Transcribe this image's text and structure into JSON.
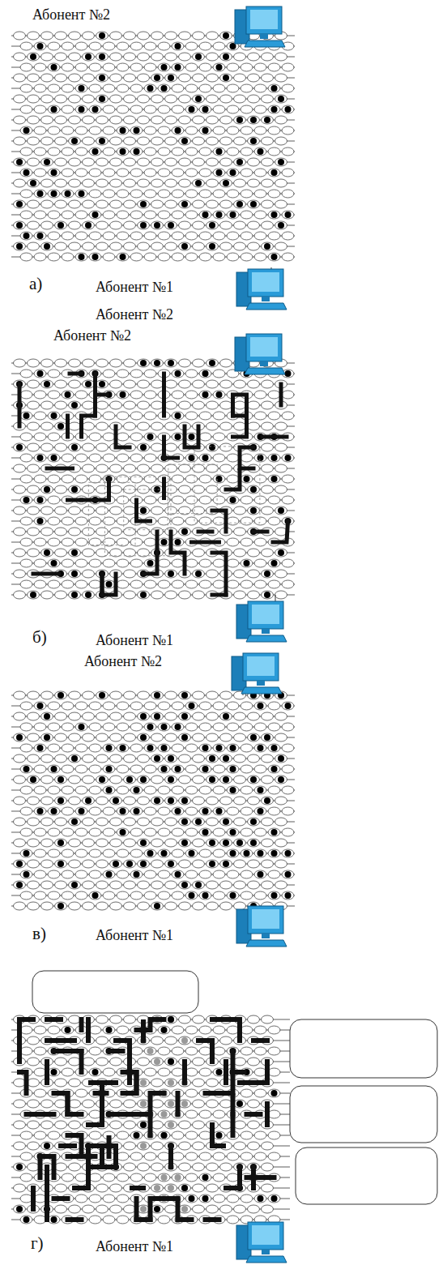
{
  "diagram": {
    "labels": [
      "Абонент №2",
      "а)",
      "Абонент №1",
      "Абонент №2",
      "Абонент №2",
      "б)",
      "Абонент №1",
      "Абонент №2",
      "в)",
      "Абонент №1",
      "г)",
      "Абонент №1"
    ]
  }
}
